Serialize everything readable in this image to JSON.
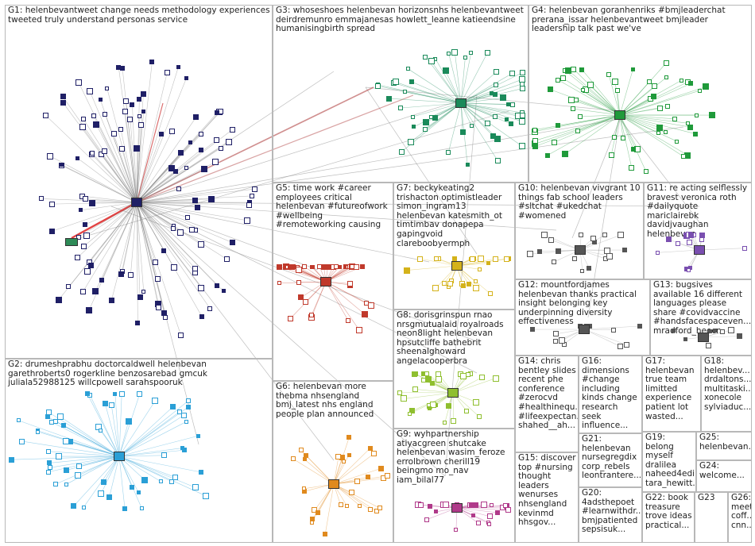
{
  "groups": [
    {
      "id": "G1",
      "label": "G1: helenbevantweet change needs methodology experiences tweeted truly understand personas service",
      "color": "#1f1f66"
    },
    {
      "id": "G2",
      "label": "G2: drumeshprabhu doctorcaldwell helenbevan garethroberts0 rogerkline benzosarebad gmcuk juliala52988125 willcpowell sarahspooruk",
      "color": "#2a9fd6"
    },
    {
      "id": "G3",
      "label": "G3: whoseshoes helenbevan horizonsnhs helenbevantweet deirdremunro emmajanesas howlett_leanne katieendsine humanisingbirth spread",
      "color": "#1a8a5a"
    },
    {
      "id": "G4",
      "label": "G4: helenbevan goranhenriks #bmjleaderchat prerana_issar helenbevantweet bmjleader leadership talk past we've",
      "color": "#1f9a3a"
    },
    {
      "id": "G5",
      "label": "G5: time work #career employees critical helenbevan #futureofwork #wellbeing #remoteworking causing",
      "color": "#c0392b"
    },
    {
      "id": "G6",
      "label": "G6: helenbevan more thebma nhsengland bmj_latest nhs england people plan announced",
      "color": "#e08a1e"
    },
    {
      "id": "G7",
      "label": "G7: beckykeating2 trishacton optimistleader simon_ingram13 helenbevan katesmith_ot timtimbav donapepa gapingvoid clareboobyermph",
      "color": "#d4b21a"
    },
    {
      "id": "G8",
      "label": "G8: dorisgrinspun rnao nrsgmutualaid royalroads neon8light helenbevan hpsutcliffe bathebrit sheenalghoward angelacooperbra",
      "color": "#8fbf2f"
    },
    {
      "id": "G9",
      "label": "G9: wyhpartnership atiyacgreen shutcake helenbevan wasim_feroze errolbrown cherill19 beingmo mo_nav iam_bilal77",
      "color": "#b03a8a"
    },
    {
      "id": "G10",
      "label": "G10: helenbevan vivgrant 10 things fab school leaders #sltchat #ukedchat #womened",
      "color": "#555"
    },
    {
      "id": "G11",
      "label": "G11: re acting selflessly bravest veronica roth #dailyquote mariclairebk davidjvaughan helenbevan",
      "color": "#7a4fb0"
    },
    {
      "id": "G12",
      "label": "G12: mountfordjames helenbevan thanks practical insight belonging key underpinning diversity effectiveness",
      "color": "#555"
    },
    {
      "id": "G13",
      "label": "G13: bugsives available 16 different languages please share #covidvaccine #handsfacespaceven... mradford_heecn",
      "color": "#555"
    },
    {
      "id": "G14",
      "label": "G14: chris bentley slides recent phe conference #zerocvd #healthinequ... #lifeexpectan... shahed__ah...",
      "color": "#555"
    },
    {
      "id": "G15",
      "label": "G15: discover top #nursing thought leaders wenurses nhsengland kevinmd hhsgov...",
      "color": "#555"
    },
    {
      "id": "G16",
      "label": "G16: dimensions #change including kinds change research seek influence...",
      "color": "#555"
    },
    {
      "id": "G17",
      "label": "G17: helenbevan true team limitted experience patient lot wasted...",
      "color": "#555"
    },
    {
      "id": "G18",
      "label": "G18: helenbev... drdaltons... multitaski... xonecole sylviaduc...",
      "color": "#555"
    },
    {
      "id": "G19",
      "label": "G19: belong myself dralilea naheed4edi tara_hewitt...",
      "color": "#555"
    },
    {
      "id": "G20",
      "label": "G20: 4adsthepoet #learnwithdr... bmjpatiented sepsisuk...",
      "color": "#555"
    },
    {
      "id": "G21",
      "label": "G21: helenbevan nursegregdix corp_rebels leontrantere...",
      "color": "#555"
    },
    {
      "id": "G22",
      "label": "G22: book treasure trove ideas practical...",
      "color": "#555"
    },
    {
      "id": "G23",
      "label": "G23",
      "color": "#555"
    },
    {
      "id": "G24",
      "label": "G24: welcome...",
      "color": "#555"
    },
    {
      "id": "G25",
      "label": "G25: helenbevan...",
      "color": "#555"
    },
    {
      "id": "G26",
      "label": "G26: meet coff... cnn...",
      "color": "#555"
    }
  ]
}
